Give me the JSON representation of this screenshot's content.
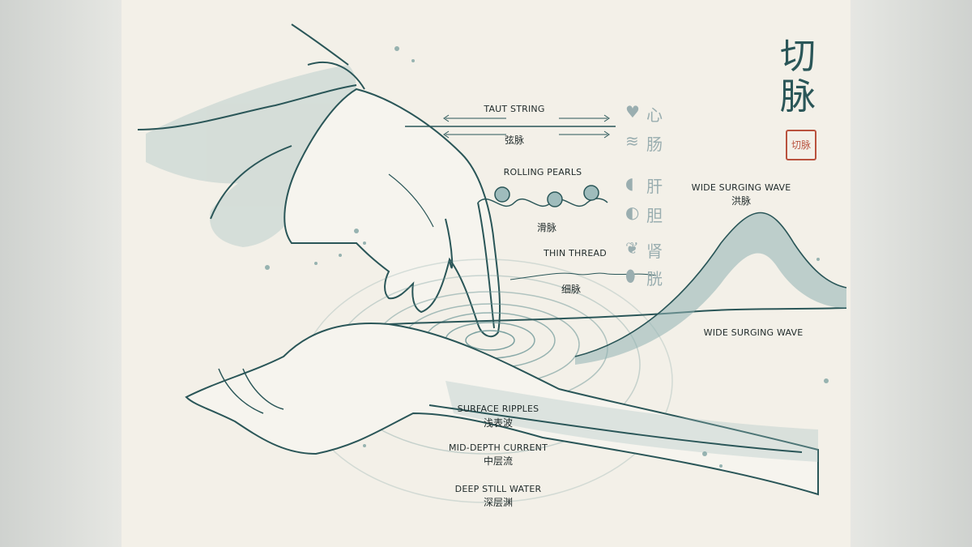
{
  "title": "切脉",
  "seal": "切脉",
  "colors": {
    "ink": "#2a5658",
    "wash": "#7fa7a7",
    "paper": "#f3f0e8",
    "seal": "#b9523e"
  },
  "pulses": {
    "taut": {
      "en": "TAUT STRING",
      "zh": "弦脉"
    },
    "rolling": {
      "en": "ROLLING PEARLS",
      "zh": "滑脉"
    },
    "thin": {
      "en": "THIN THREAD",
      "zh": "细脉"
    },
    "wide_top": {
      "en": "WIDE SURGING WAVE",
      "zh": "洪脉"
    },
    "wide_line": {
      "en": "WIDE SURGING WAVE"
    }
  },
  "organs": {
    "heart": "心",
    "intestine": "肠",
    "liver": "肝",
    "gallbladder": "胆",
    "kidney": "肾",
    "bladder": "胱"
  },
  "depths": {
    "surface": {
      "en": "SURFACE RIPPLES",
      "zh": "浅表波"
    },
    "mid": {
      "en": "MID-DEPTH CURRENT",
      "zh": "中层流"
    },
    "deep": {
      "en": "DEEP STILL WATER",
      "zh": "深层渊"
    }
  }
}
